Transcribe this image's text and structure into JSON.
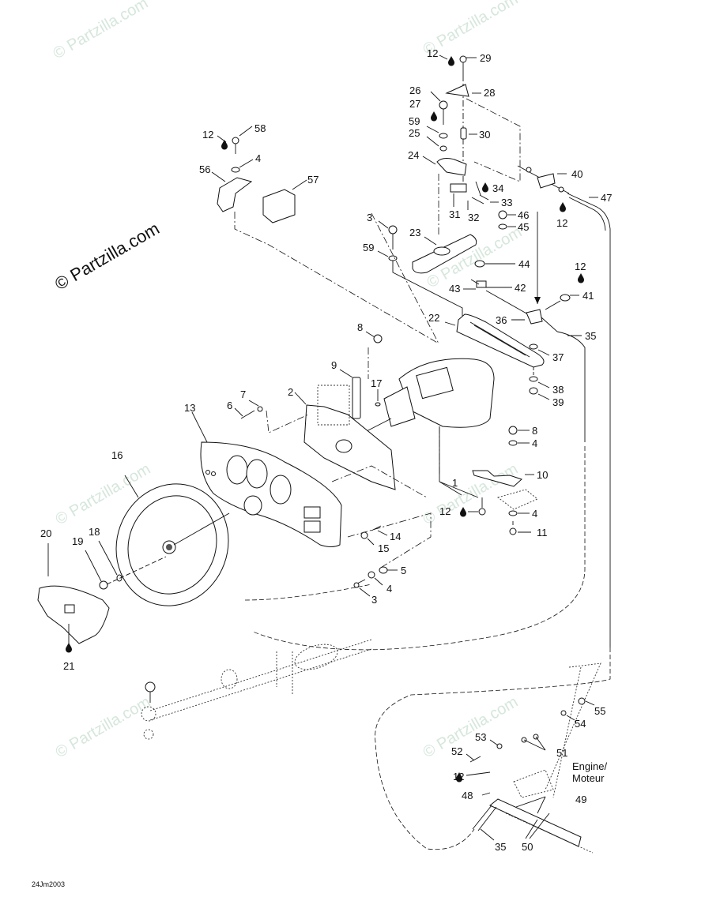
{
  "diagram": {
    "type": "exploded-parts-view",
    "subject": "Steering system",
    "reference_code": "24Jm2003",
    "engine_label": "Engine/\nMoteur",
    "engine_label_lines": [
      "Engine/",
      "Moteur"
    ],
    "watermark_main": "© Partzilla.com",
    "watermark_faint": "© Partzilla.com",
    "callouts": [
      "1",
      "2",
      "3",
      "4",
      "5",
      "6",
      "7",
      "8",
      "9",
      "10",
      "11",
      "12",
      "13",
      "14",
      "15",
      "16",
      "17",
      "18",
      "19",
      "20",
      "21",
      "22",
      "23",
      "24",
      "25",
      "26",
      "27",
      "28",
      "29",
      "30",
      "31",
      "32",
      "33",
      "34",
      "35",
      "36",
      "37",
      "38",
      "39",
      "40",
      "41",
      "42",
      "43",
      "44",
      "45",
      "46",
      "47",
      "48",
      "49",
      "50",
      "51",
      "52",
      "53",
      "54",
      "55",
      "56",
      "57",
      "58",
      "59"
    ],
    "labels": [
      {
        "id": "l29",
        "text": "29"
      },
      {
        "id": "l12a",
        "text": "12"
      },
      {
        "id": "l28",
        "text": "28"
      },
      {
        "id": "l26",
        "text": "26"
      },
      {
        "id": "l27",
        "text": "27"
      },
      {
        "id": "l59a",
        "text": "59"
      },
      {
        "id": "l25",
        "text": "25"
      },
      {
        "id": "l30",
        "text": "30"
      },
      {
        "id": "l24",
        "text": "24"
      },
      {
        "id": "l40",
        "text": "40"
      },
      {
        "id": "l47",
        "text": "47"
      },
      {
        "id": "l34",
        "text": "34"
      },
      {
        "id": "l33",
        "text": "33"
      },
      {
        "id": "l31",
        "text": "31"
      },
      {
        "id": "l32",
        "text": "32"
      },
      {
        "id": "l12b",
        "text": "12"
      },
      {
        "id": "l46",
        "text": "46"
      },
      {
        "id": "l45",
        "text": "45"
      },
      {
        "id": "l3a",
        "text": "3"
      },
      {
        "id": "l23",
        "text": "23"
      },
      {
        "id": "l59b",
        "text": "59"
      },
      {
        "id": "l44",
        "text": "44"
      },
      {
        "id": "l12c",
        "text": "12"
      },
      {
        "id": "l43",
        "text": "43"
      },
      {
        "id": "l42",
        "text": "42"
      },
      {
        "id": "l41",
        "text": "41"
      },
      {
        "id": "l22",
        "text": "22"
      },
      {
        "id": "l36",
        "text": "36"
      },
      {
        "id": "l35a",
        "text": "35"
      },
      {
        "id": "l37",
        "text": "37"
      },
      {
        "id": "l38",
        "text": "38"
      },
      {
        "id": "l39",
        "text": "39"
      },
      {
        "id": "l12d",
        "text": "12"
      },
      {
        "id": "l58",
        "text": "58"
      },
      {
        "id": "l4a",
        "text": "4"
      },
      {
        "id": "l56",
        "text": "56"
      },
      {
        "id": "l57",
        "text": "57"
      },
      {
        "id": "l8a",
        "text": "8"
      },
      {
        "id": "l9",
        "text": "9"
      },
      {
        "id": "l17",
        "text": "17"
      },
      {
        "id": "l7",
        "text": "7"
      },
      {
        "id": "l6",
        "text": "6"
      },
      {
        "id": "l2",
        "text": "2"
      },
      {
        "id": "l13",
        "text": "13"
      },
      {
        "id": "l8b",
        "text": "8"
      },
      {
        "id": "l4b",
        "text": "4"
      },
      {
        "id": "l10",
        "text": "10"
      },
      {
        "id": "l1",
        "text": "1"
      },
      {
        "id": "l12e",
        "text": "12"
      },
      {
        "id": "l4c",
        "text": "4"
      },
      {
        "id": "l11",
        "text": "11"
      },
      {
        "id": "l16",
        "text": "16"
      },
      {
        "id": "l14",
        "text": "14"
      },
      {
        "id": "l15",
        "text": "15"
      },
      {
        "id": "l5",
        "text": "5"
      },
      {
        "id": "l4d",
        "text": "4"
      },
      {
        "id": "l3b",
        "text": "3"
      },
      {
        "id": "l20",
        "text": "20"
      },
      {
        "id": "l19",
        "text": "19"
      },
      {
        "id": "l18",
        "text": "18"
      },
      {
        "id": "l21",
        "text": "21"
      },
      {
        "id": "l55",
        "text": "55"
      },
      {
        "id": "l54",
        "text": "54"
      },
      {
        "id": "l53",
        "text": "53"
      },
      {
        "id": "l51",
        "text": "51"
      },
      {
        "id": "l52",
        "text": "52"
      },
      {
        "id": "l12f",
        "text": "12"
      },
      {
        "id": "l48",
        "text": "48"
      },
      {
        "id": "l49",
        "text": "49"
      },
      {
        "id": "l35b",
        "text": "35"
      },
      {
        "id": "l50",
        "text": "50"
      }
    ],
    "icons": [
      "oil-drop-icon"
    ]
  }
}
